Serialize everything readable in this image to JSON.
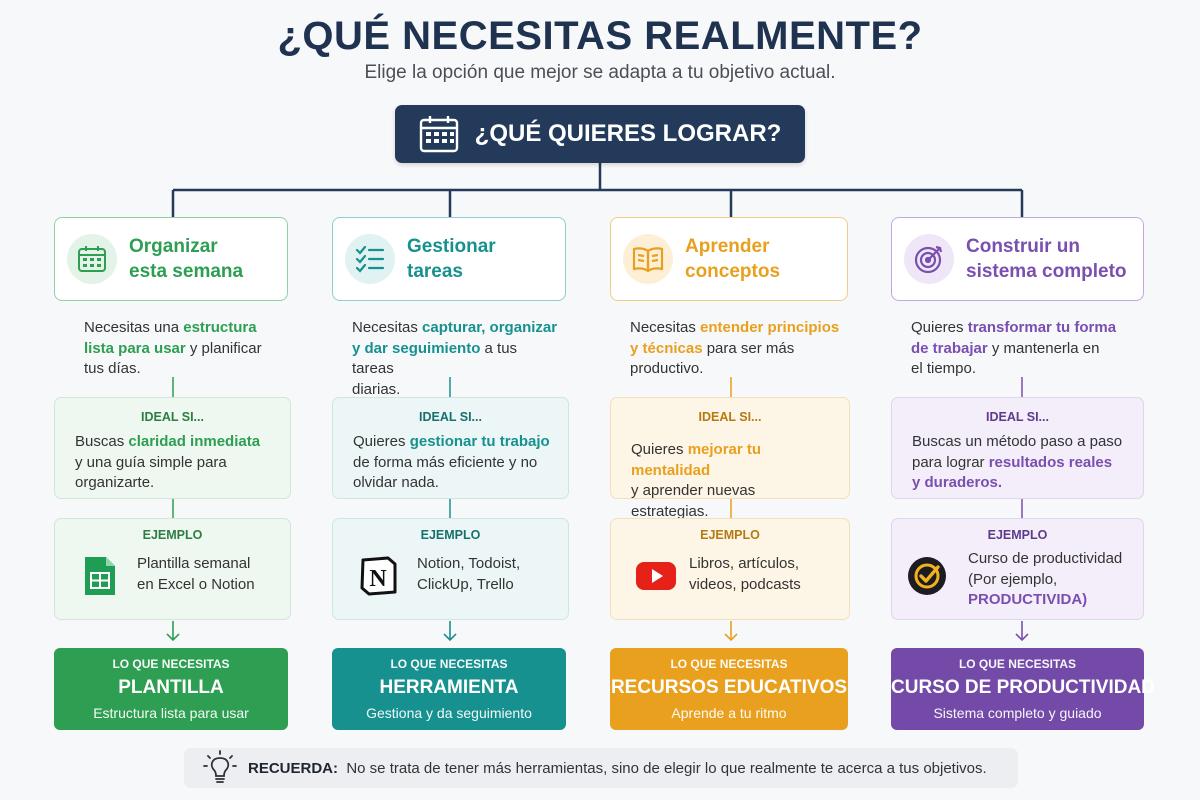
{
  "header": {
    "title": "¿QUÉ NECESITAS REALMENTE?",
    "subtitle": "Elige la opción que mejor se adapta a tu objetivo actual."
  },
  "root": {
    "label": "¿QUÉ QUIERES LOGRAR?",
    "icon": "calendar-icon"
  },
  "labels": {
    "ideal": "IDEAL SI...",
    "example": "EJEMPLO",
    "need": "LO QUE NECESITAS"
  },
  "options": [
    {
      "id": "organizar",
      "color": "#2e9e52",
      "head_icon": "calendar-icon",
      "title_l1": "Organizar",
      "title_l2": "esta semana",
      "desc": {
        "a": "Necesitas una ",
        "b": "estructura",
        "c": "lista para usar",
        "d": " y planificar",
        "e": "tus días."
      },
      "ideal": {
        "a": "Buscas ",
        "b": "claridad inmediata",
        "c": "y una guía simple para",
        "d": "organizarte."
      },
      "example_icon": "spreadsheet-icon",
      "example": {
        "l1": "Plantilla semanal",
        "l2": "en Excel o Notion"
      },
      "out": {
        "title": "PLANTILLA",
        "sub": "Estructura lista para usar"
      }
    },
    {
      "id": "gestionar",
      "color": "#17918f",
      "head_icon": "checklist-icon",
      "title_l1": "Gestionar",
      "title_l2": "tareas",
      "desc": {
        "a": "Necesitas ",
        "b": "capturar, organizar",
        "c": "y dar seguimiento",
        "d": " a tus tareas",
        "e": "diarias."
      },
      "ideal": {
        "a": "Quieres ",
        "b": "gestionar tu trabajo",
        "c": "de forma más eficiente y no",
        "d": "olvidar nada."
      },
      "example_icon": "notion-icon",
      "example": {
        "l1": "Notion, Todoist,",
        "l2": "ClickUp, Trello"
      },
      "out": {
        "title": "HERRAMIENTA",
        "sub": "Gestiona y da seguimiento"
      }
    },
    {
      "id": "aprender",
      "color": "#e8a01e",
      "head_icon": "book-icon",
      "title_l1": "Aprender",
      "title_l2": "conceptos",
      "desc": {
        "a": "Necesitas ",
        "b": "entender principios",
        "c": "y técnicas",
        "d": " para ser más",
        "e": "productivo."
      },
      "ideal": {
        "a": "Quieres ",
        "b": "mejorar tu mentalidad",
        "c": "y aprender nuevas estrategias."
      },
      "example_icon": "youtube-icon",
      "example": {
        "l1": "Libros, artículos,",
        "l2": "videos, podcasts"
      },
      "out": {
        "title": "RECURSOS EDUCATIVOS",
        "sub": "Aprende a tu ritmo"
      }
    },
    {
      "id": "construir",
      "color": "#7a4fb0",
      "head_icon": "target-icon",
      "title_l1": "Construir un",
      "title_l2": "sistema completo",
      "desc": {
        "a": "Quieres ",
        "b": "transformar tu forma",
        "c": "de trabajar",
        "d": " y mantenerla en",
        "e": "el tiempo."
      },
      "ideal": {
        "a": "Buscas un método paso a paso",
        "b": "para lograr ",
        "c": "resultados reales",
        "d": "y duraderos."
      },
      "example_icon": "check-badge-icon",
      "example": {
        "l1": "Curso de productividad",
        "l2": "(Por ejemplo,",
        "l3": "PRODUCTIVIDA)"
      },
      "out": {
        "title": "CURSO DE PRODUCTIVIDAD",
        "sub": "Sistema completo y guiado"
      }
    }
  ],
  "remember": {
    "label": "RECUERDA:",
    "text": "No se trata de tener más herramientas, sino de elegir lo que realmente te acerca a tus objetivos.",
    "icon": "lightbulb-icon"
  }
}
